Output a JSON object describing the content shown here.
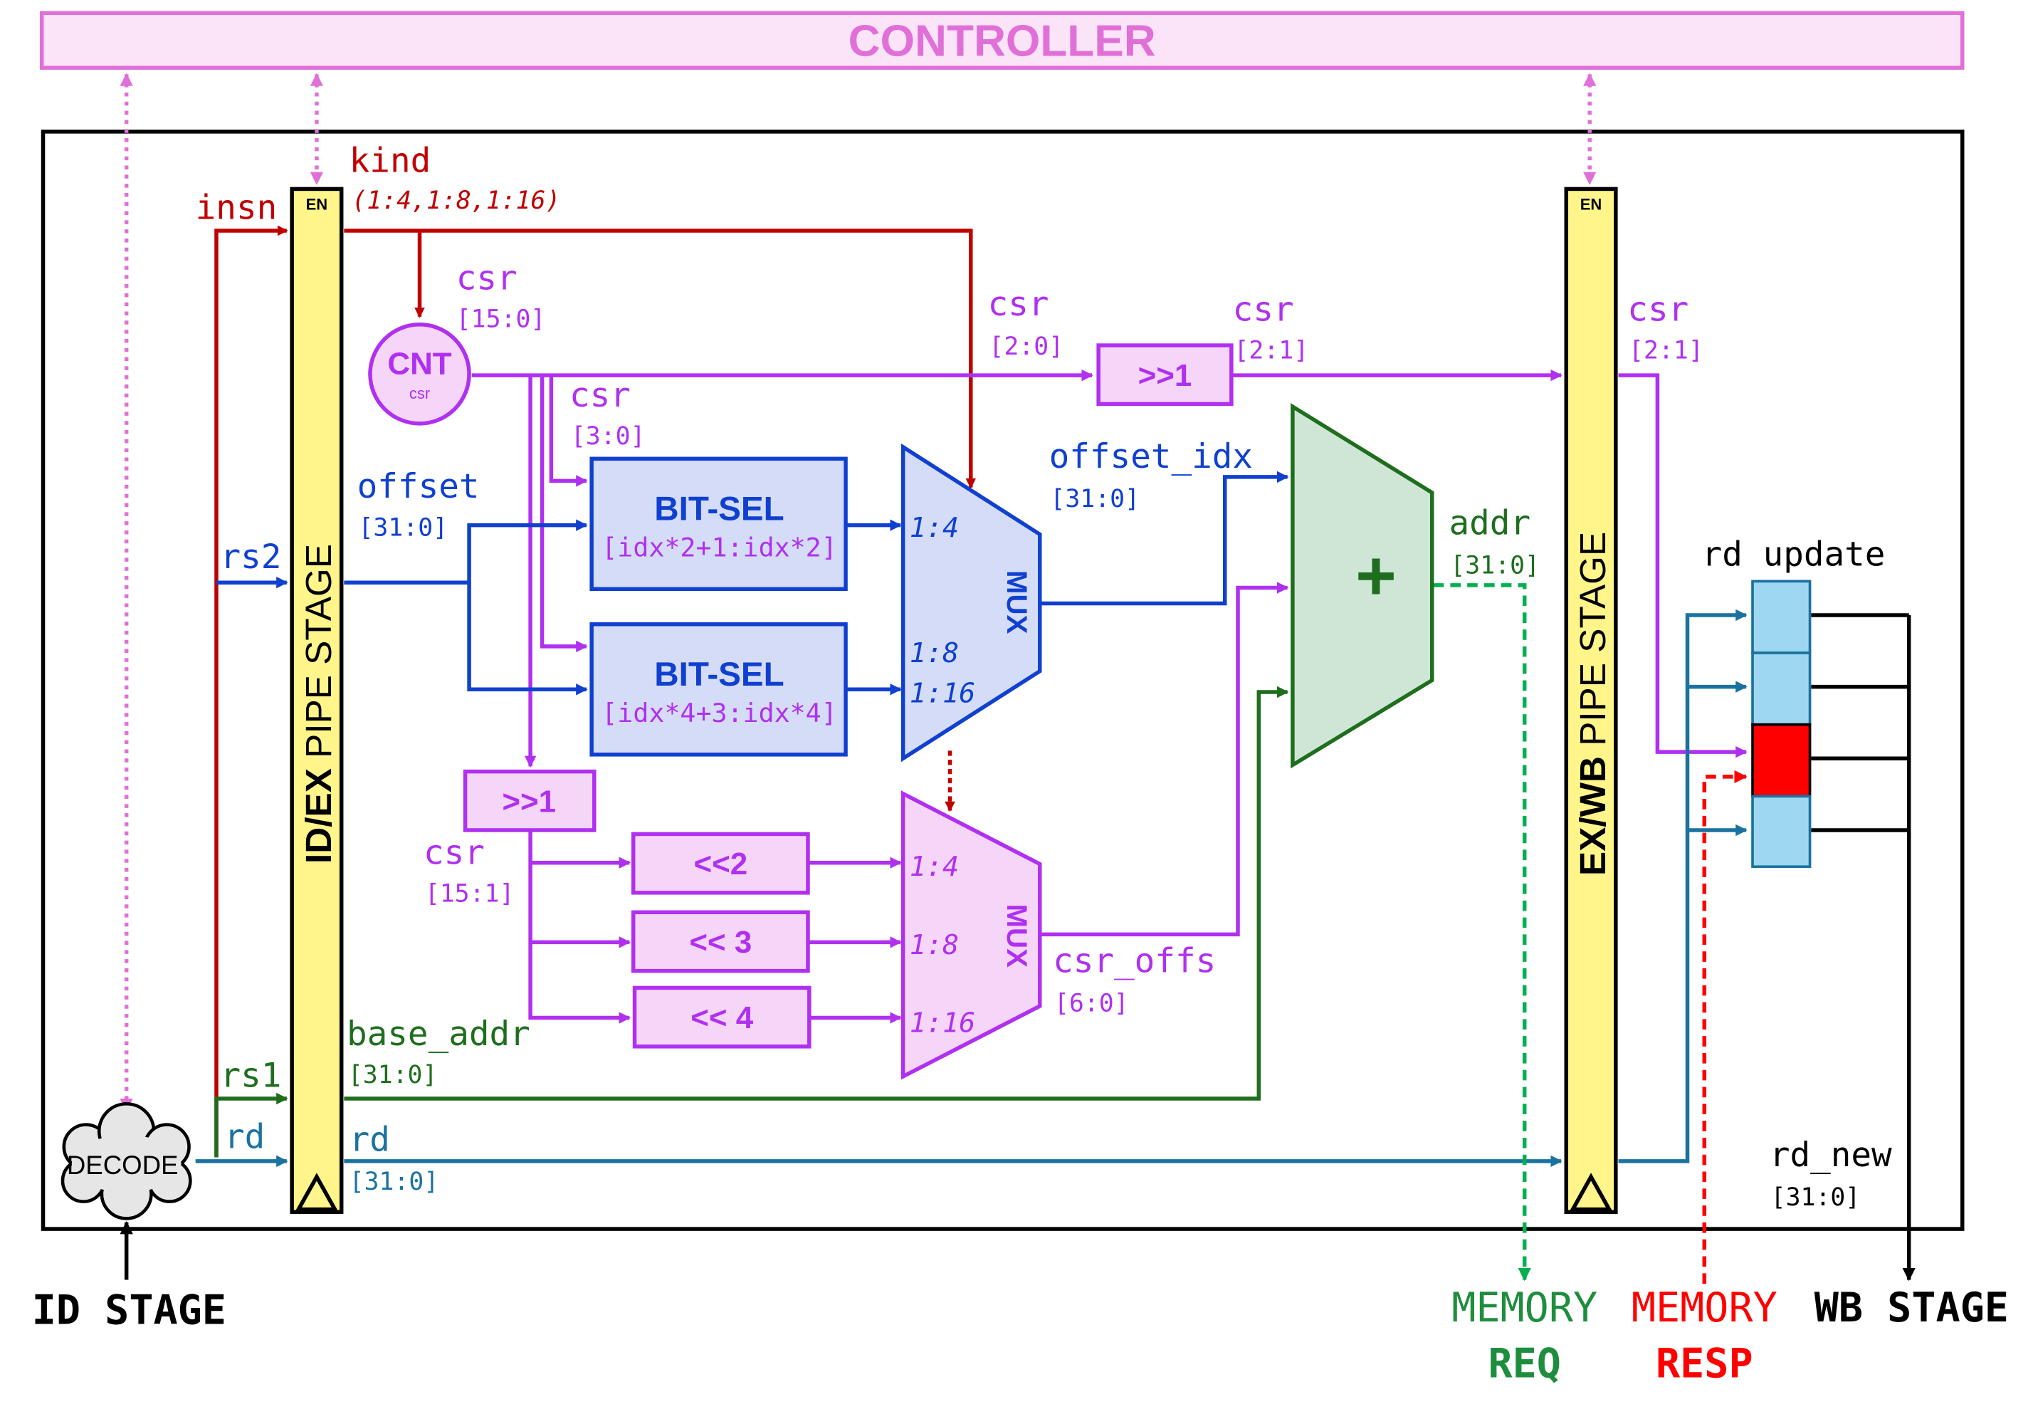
{
  "controller": {
    "label": "CONTROLLER"
  },
  "stages": {
    "idex": {
      "bold": "ID/EX",
      "rest": "PIPE STAGE",
      "en": "EN"
    },
    "exwb": {
      "bold": "EX/WB",
      "rest": "PIPE STAGE",
      "en": "EN"
    }
  },
  "decode": {
    "label": "DECODE"
  },
  "inputs": {
    "insn": "insn",
    "rs2": "rs2",
    "rs1": "rs1",
    "rd": "rd"
  },
  "signals": {
    "kind": "kind",
    "kind_sub": "(1:4,1:8,1:16)",
    "csr": "csr",
    "csr_15_0": "[15:0]",
    "csr_2_0": "[2:0]",
    "csr_2_1": "[2:1]",
    "csr_3_0": "[3:0]",
    "csr_15_1": "[15:1]",
    "offset": "offset",
    "offset_w": "[31:0]",
    "offset_idx": "offset_idx",
    "offset_idx_w": "[31:0]",
    "addr": "addr",
    "addr_w": "[31:0]",
    "csr_offs": "csr_offs",
    "csr_offs_w": "[6:0]",
    "base_addr": "base_addr",
    "base_addr_w": "[31:0]",
    "rd": "rd",
    "rd_w": "[31:0]",
    "rd_update": "rd update",
    "rd_new": "rd_new",
    "rd_new_w": "[31:0]"
  },
  "blocks": {
    "cnt": "CNT",
    "cnt_sub": "csr",
    "shr_top": ">>1",
    "shr_mid": ">>1",
    "bitsel1": {
      "title": "BIT-SEL",
      "range": "[idx*2+1:idx*2]"
    },
    "bitsel2": {
      "title": "BIT-SEL",
      "range": "[idx*4+3:idx*4]"
    },
    "shl2": "<<2",
    "shl3": "<< 3",
    "shl4": "<< 4",
    "mux": "MUX",
    "mux_in": [
      "1:4",
      "1:8",
      "1:16"
    ],
    "adder": "+"
  },
  "bottom": {
    "id_stage": "ID STAGE",
    "mem_req_top": "MEMORY",
    "mem_req_bot": "REQ",
    "mem_resp_top": "MEMORY",
    "mem_resp_bot": "RESP",
    "wb_stage": "WB STAGE"
  },
  "colors": {
    "controller": "#e070d8",
    "controller_fill": "#fce4f8",
    "red": "#c00000",
    "purple": "#b030f0",
    "blue": "#1040d0",
    "green": "#1e6e1e",
    "teal": "#1a72a0",
    "stage_fill": "#fff58a",
    "bitsel_fill": "#d4dcf8",
    "pinkbox_fill": "#f6d6f8",
    "adder_fill": "#cfe6d6",
    "bright_green": "#00b050",
    "bright_red": "#ff0000"
  }
}
